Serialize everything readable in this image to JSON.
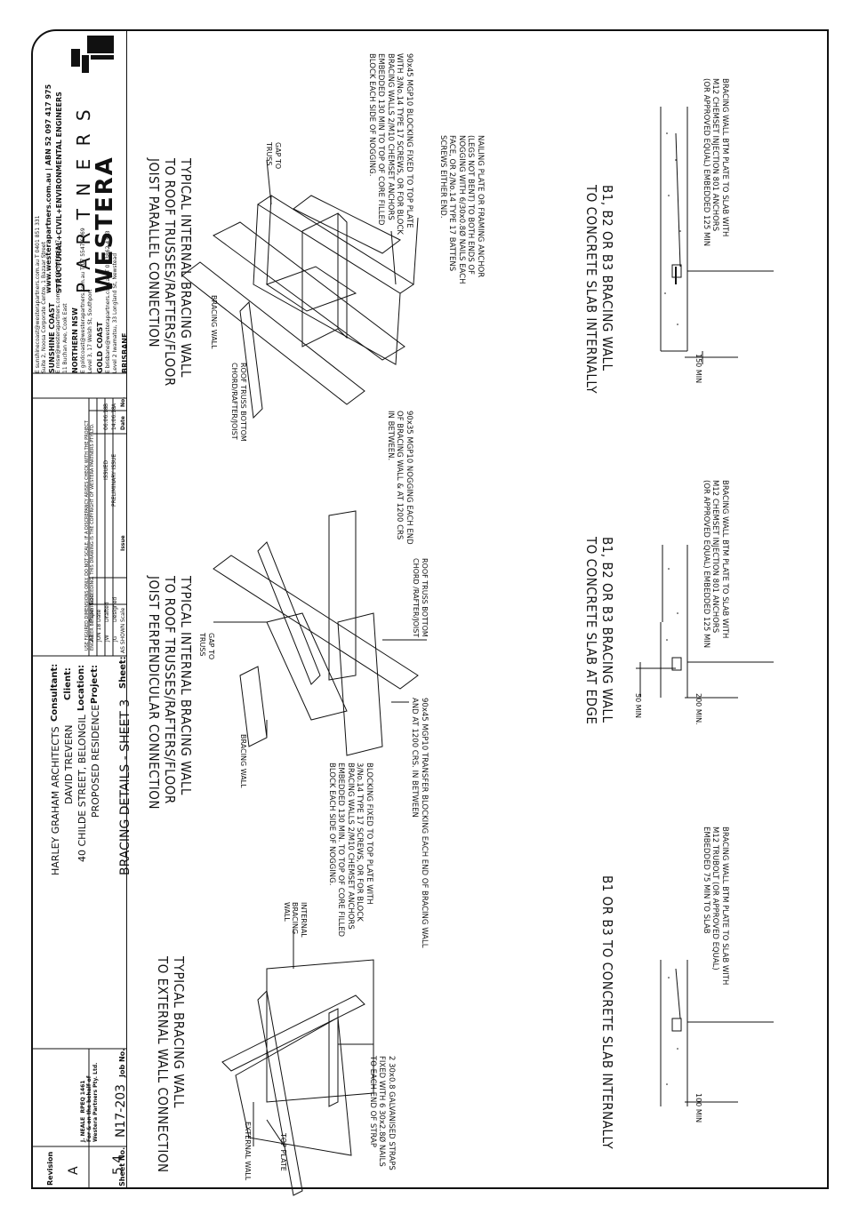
{
  "company": {
    "name": "WESTERA",
    "sub": "P A R T N E R S",
    "tagline": "STRUCTURAL+CIVIL+ENVIRONMENTAL ENGINEERS",
    "web": "www.westerapartners.com.au | ABN 52 097 417 975"
  },
  "offices": [
    {
      "name": "BRISBANE",
      "addr": "Level 2 Iwamatsu, 33 Longland St, Newstead",
      "contact": "E brisbane@westerapartners.com.au  T 07 3862 4333"
    },
    {
      "name": "GOLD COAST",
      "addr": "Level 3, 17 Welsh St, Southport",
      "contact": "E goldcoast@westerapartners.com.au  T 07 5547 6869"
    },
    {
      "name": "NORTHERN NSW",
      "addr": "11 Buchan Ave, Cook East",
      "contact": "E nnsw@westerapartners.com.au  T 02 6674 8847"
    },
    {
      "name": "SUNSHINE COAST",
      "addr": "Suite 2, Noosa Corporate Centre, 1 Bazaar Street",
      "contact": "E sunshinecoast@westerapartners.com.au  T 0401 851 331"
    }
  ],
  "revisions": {
    "headers": [
      "No.",
      "Date",
      "Issue"
    ],
    "rows": [
      [
        "A",
        "14.06.18",
        "PRELIMINARY ISSUE"
      ],
      [
        "B",
        "06.06.18",
        "ISSUED"
      ]
    ]
  },
  "disclaimer": "USE FIGURED DIMENSIONS ONLY. DO NOT SCALE. IF A DISCREPANCY ARISES CHECK WITH THE PROJECT ENGINEER BEFORE PROCEEDING. THIS DRAWING IS THE COPYRIGHT OF WESTERA PARTNERS PTY LTD.",
  "meta": {
    "scale_label": "Scale",
    "scale": "AS SHOWN",
    "designed_label": "Designed",
    "designed": "JG",
    "drafted_label": "Drafted",
    "drafted": "JW",
    "date_label": "Date",
    "date": "JUN 18",
    "paper_label": "Paper Size",
    "paper": "A3"
  },
  "sheet": {
    "label": "Sheet:",
    "value": "BRACING DETAILS - SHEET 3"
  },
  "project": {
    "label": "Project:",
    "value": "PROPOSED RESIDENCE"
  },
  "location": {
    "label": "Location:",
    "value": "40 CHILDE STREET, BELONGIL"
  },
  "client": {
    "label": "Client:",
    "value": "DAVID TREVERN"
  },
  "consultant": {
    "label": "Consultant:",
    "value": "HARLEY GRAHAM ARCHITECTS"
  },
  "job": {
    "label": "Job No.",
    "value": "N17-203"
  },
  "sheet_no": {
    "label": "Sheet No.",
    "value": "5.4"
  },
  "revision": {
    "label": "Revision",
    "value": "A"
  },
  "rpeq": "J. NEALE  RPEQ 1461\nFor & on the behalf of\nWestera Partners Pty. Ltd.",
  "details": [
    {
      "title": "B1, B2 OR B3 BRACING WALL\nTO CONCRETE SLAB INTERNALLY",
      "note": "BRACING WALL BTM PLATE TO SLAB WITH\nM12 CHEMSET INJECTION 801 ANCHORS\n(OR APPROVED EQUAL) EMBEDDED 125 MIN",
      "dim": "150 MIN"
    },
    {
      "title": "B1, B2 OR B3 BRACING WALL\nTO CONCRETE SLAB AT EDGE",
      "note": "BRACING WALL BTM PLATE TO SLAB WITH\nM12 CHEMSET INJECTION 801 ANCHORS\n(OR APPROVED EQUAL) EMBEDDED 125 MIN",
      "dim": "200 MIN.",
      "dim2": "50 MIN"
    },
    {
      "title": "B1 OR B3 TO CONCRETE SLAB INTERNALLY",
      "note": "BRACING WALL BTM PLATE TO SLAB WITH\nM12 TRUBOLT (OR APPROVED EQUAL)\nEMBEDDED 75 MIN TO SLAB",
      "dim": "100 MIN"
    },
    {
      "title": "TYPICAL INTERNAL BRACING WALL\nTO ROOF TRUSSES/RAFTERS/FLOOR\nJOIST PARALLEL CONNECTION",
      "notes": [
        "90x45 MGP10 BLOCKING FIXED TO TOP PLATE\nWITH 3/No.14 TYPE 17 SCREWS, OR FOR BLOCK\nBRACING WALLS 2/M10 CHEMSET ANCHORS\nEMBEDDED 130 MIN TO TOP OF CORE FILLED\nBLOCK EACH SIDE OF NOGGING.",
        "NAILING PLATE OR FRAMING ANCHOR\n(LEGS NOT BENT) TO BOTH ENDS OF\nNOGGING WITH 6/30x0.8Ø NAILS EACH\nFACE, OR 2/No.14 TYPE 17 BATTENS\nSCREWS EITHER END.",
        "90x35 MGP10 NOGGING EACH END\nOF BRACING WALL & AT 1200 CRS\nIN BETWEEN."
      ],
      "labels": [
        "GAP TO\nTRUSS",
        "BRACING WALL",
        "ROOF TRUSS BOTTOM\nCHORD/RAFTER/JOIST"
      ]
    },
    {
      "title": "TYPICAL INTERNAL BRACING WALL\nTO ROOF TRUSSES/RAFTERS/FLOOR\nJOIST PERPENDICULAR CONNECTION",
      "notes": [
        "90x45 MGP10 TRANSFER BLOCKING EACH END OF BRACING WALL\nAND AT 1200 CRS. IN BETWEEN",
        "BLOCKING FIXED TO TOP PLATE WITH\n3/No.14 TYPE 17 SCREWS, OR FOR BLOCK\nBRACING WALLS 2/M10 CHEMSET ANCHORS\nEMBEDDED 130 MIN. TO TOP OF CORE FILLED\nBLOCK EACH SIDE OF NOGGING."
      ],
      "labels": [
        "ROOF TRUSS BOTTOM\nCHORD /RAFTER/JOIST",
        "GAP TO\nTRUSS",
        "BRACING WALL"
      ]
    },
    {
      "title": "TYPICAL BRACING WALL\nTO EXTERNAL WALL CONNECTION",
      "notes": [
        "2 30x0.8 GALVANISED STRAPS\nFIXED WITH 6 30x2.8Ø NAILS\nTO EACH END OF STRAP"
      ],
      "labels": [
        "INTERNAL\nBRACING\nWALL",
        "TOP PLATE",
        "EXTERNAL WALL"
      ]
    }
  ]
}
